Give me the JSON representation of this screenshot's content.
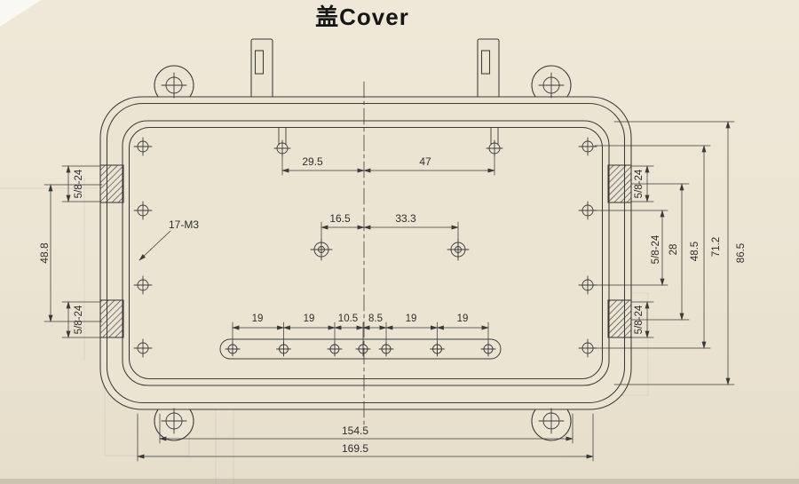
{
  "title": "盖Cover",
  "colors": {
    "paper": "#ece4d3",
    "ink": "#3a3a3a"
  },
  "annotations": {
    "thread_note": "17-M3"
  },
  "dimensions": {
    "top": [
      "29.5",
      "47"
    ],
    "middle": [
      "16.5",
      "33.3"
    ],
    "bottom_row": [
      "19",
      "19",
      "10.5",
      "8.5",
      "19",
      "19"
    ],
    "bottom_overall": [
      "154.5",
      "169.5"
    ],
    "left": {
      "bushing_top": "5/8-24",
      "bushing_spacing": "48.8",
      "bushing_bottom": "5/8-24"
    },
    "right": {
      "bushing_top": "5/8-24",
      "mid_thread": "5/8-24",
      "mid_spacing": "28",
      "holes_span": "48.5",
      "rows_span": "71.2",
      "overall_height": "86.5",
      "bushing_bottom": "5/8-24"
    }
  }
}
